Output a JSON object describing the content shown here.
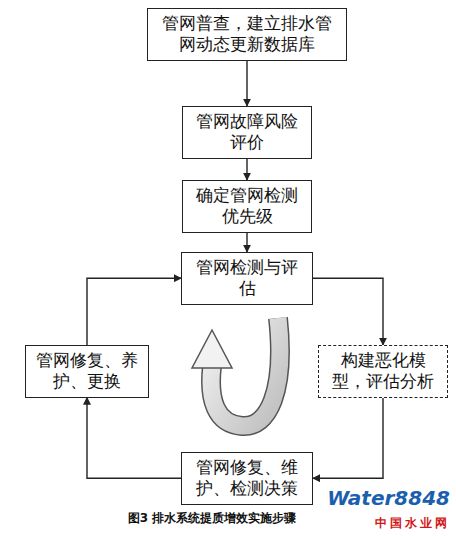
{
  "diagram": {
    "caption": "图3 排水系统提质增效实施步骤",
    "nodes": [
      {
        "text": [
          "管网普查，建立排水管网动态更新数据库"
        ]
      },
      {
        "text": [
          "管网故障风险评价"
        ]
      },
      {
        "text": [
          "确定管网检测优先级"
        ]
      },
      {
        "text": [
          "管网检测与评估"
        ]
      },
      {
        "text": [
          "构建恶化模型，评估分析"
        ]
      },
      {
        "text": [
          "管网修复、养护、更换"
        ]
      },
      {
        "text": [
          "管网修复、维护、检测决策"
        ]
      }
    ],
    "edges": [
      {
        "from": 0,
        "to": 1,
        "arrow": "to"
      },
      {
        "from": 1,
        "to": 2,
        "arrow": "to"
      },
      {
        "from": 2,
        "to": 3,
        "arrow": "to"
      },
      {
        "from": 3,
        "to": 4,
        "arrow": "to"
      },
      {
        "from": 4,
        "to": 6,
        "arrow": "to"
      },
      {
        "from": 6,
        "to": 5,
        "arrow": "to"
      },
      {
        "from": 5,
        "to": 3,
        "arrow": "to"
      }
    ],
    "labels": [
      "Water8848",
      "中国水业网"
    ]
  }
}
